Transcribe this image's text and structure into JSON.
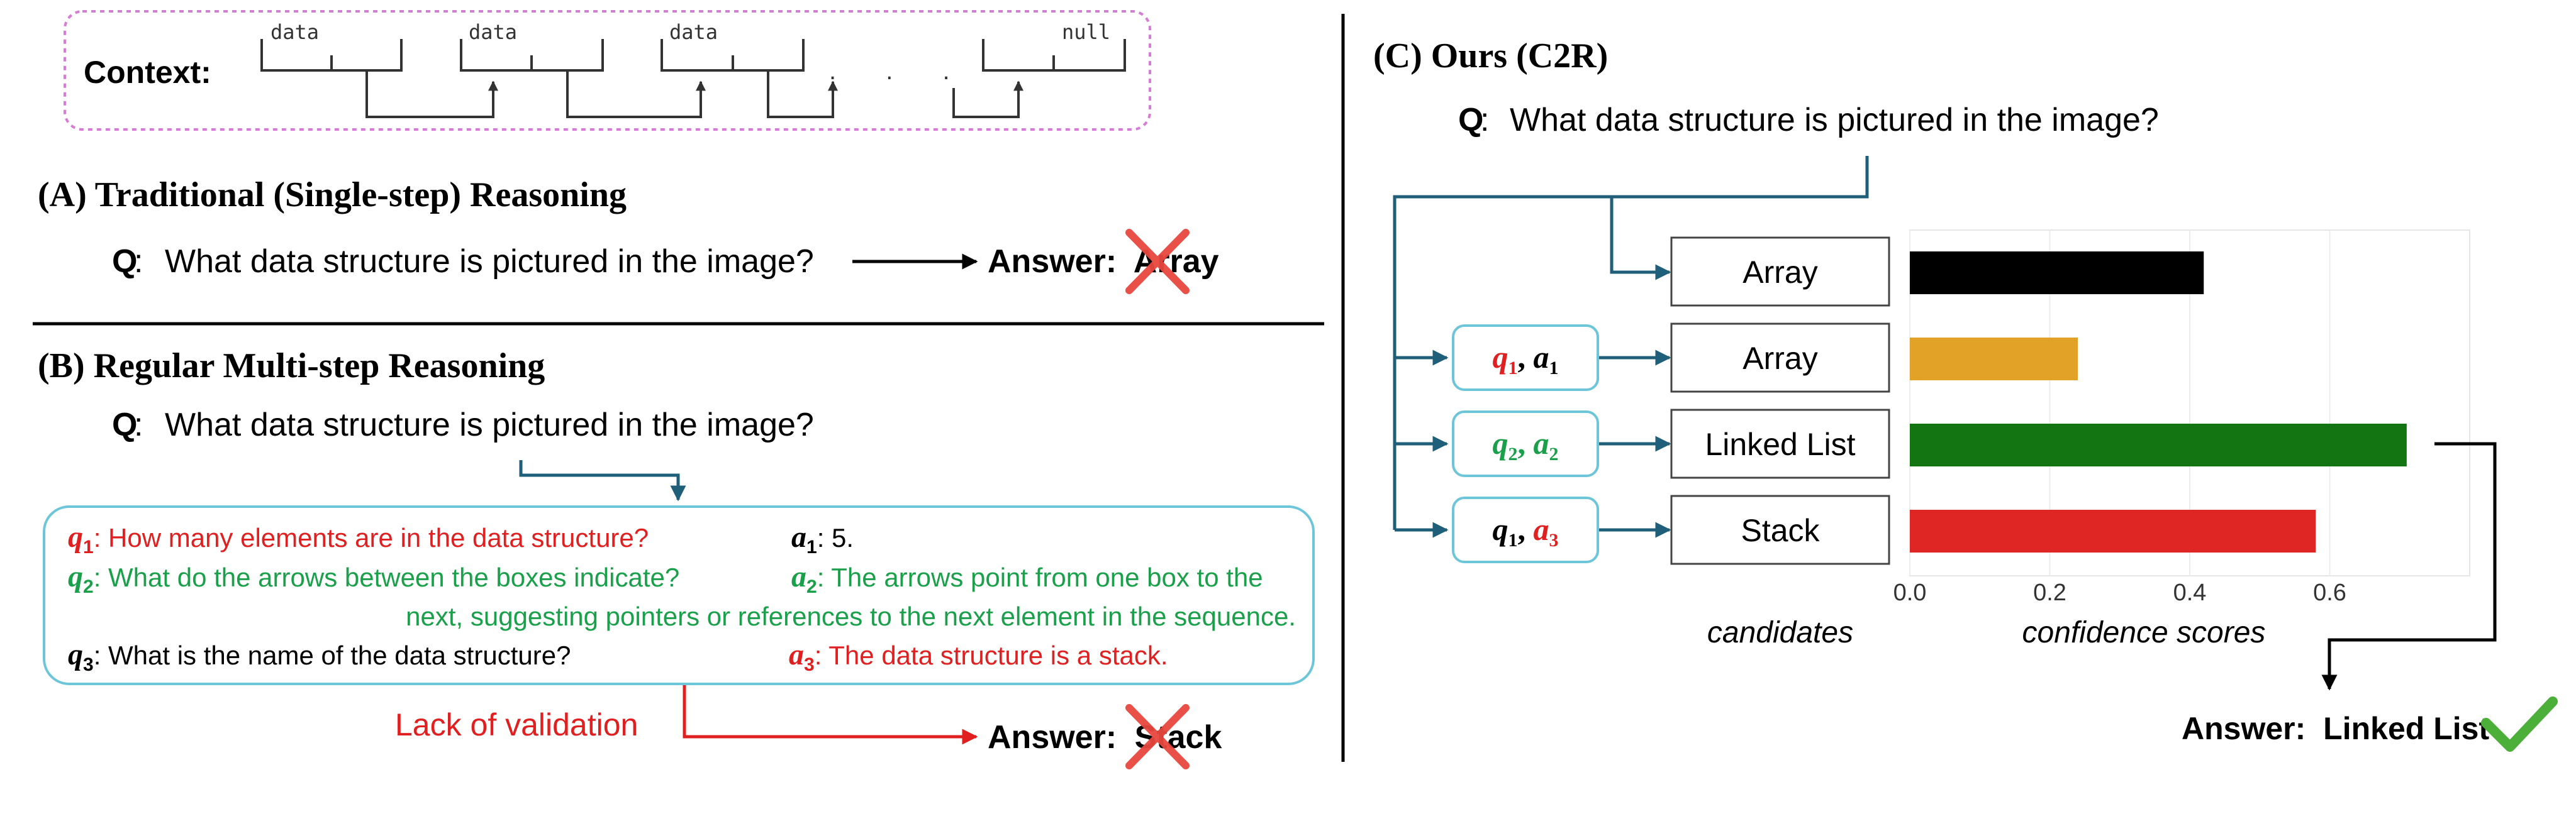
{
  "context": {
    "label": "Context:",
    "node_labels": [
      "data",
      "data",
      "data",
      "null"
    ],
    "ellipsis": ". . ."
  },
  "section_a": {
    "title": "(A) Traditional (Single-step) Reasoning",
    "q_label": "Q",
    "question": "What data structure is pictured in the image?",
    "answer_prefix": "Answer:",
    "answer": "Array"
  },
  "section_b": {
    "title": "(B) Regular Multi-step Reasoning",
    "q_label": "Q",
    "question": "What data structure is pictured in the image?",
    "steps": [
      {
        "q_sym": "q",
        "q_sub": "1",
        "q_text": "How many elements are in the data structure?",
        "a_sym": "a",
        "a_sub": "1",
        "a_text": "5."
      },
      {
        "q_sym": "q",
        "q_sub": "2",
        "q_text": "What do the arrows between the boxes indicate?",
        "a_sym": "a",
        "a_sub": "2",
        "a_text": "The arrows point from one box to the",
        "a_text_cont": "next, suggesting pointers or references to the next element in the sequence."
      },
      {
        "q_sym": "q",
        "q_sub": "3",
        "q_text": "What is the name of the data structure?",
        "a_sym": "a",
        "a_sub": "3",
        "a_text": "The data structure is a stack."
      }
    ],
    "validation_note": "Lack of validation",
    "answer_prefix": "Answer:",
    "answer": "Stack"
  },
  "section_c": {
    "title": "(C) Ours (C2R)",
    "q_label": "Q",
    "question": "What data structure is pictured in the image?",
    "qa_pairs": [
      {
        "q_sub": "1",
        "a_sub": "1"
      },
      {
        "q_sub": "2",
        "a_sub": "2"
      },
      {
        "q_sub": "1",
        "a_sub": "3"
      }
    ],
    "candidates_label": "candidates",
    "scores_label": "confidence scores",
    "answer_prefix": "Answer:",
    "answer": "Linked List"
  },
  "colors": {
    "red": "#e02020",
    "green": "#1aa04a",
    "teal_arrow": "#1f5f7a",
    "box_border": "#6cc5d8",
    "context_border": "#d67bd6",
    "cross": "#e8473f",
    "check": "#4caf3a"
  },
  "chart_data": {
    "type": "bar",
    "orientation": "horizontal",
    "categories": [
      "Array",
      "Array",
      "Linked List",
      "Stack"
    ],
    "values": [
      0.42,
      0.24,
      0.71,
      0.58
    ],
    "colors": [
      "#000000",
      "#e2a127",
      "#127512",
      "#e02525"
    ],
    "xlabel": "confidence scores",
    "ylabel": "candidates",
    "xlim": [
      0,
      0.8
    ],
    "xticks": [
      "0.0",
      "0.2",
      "0.4",
      "0.6"
    ],
    "grid": true
  }
}
